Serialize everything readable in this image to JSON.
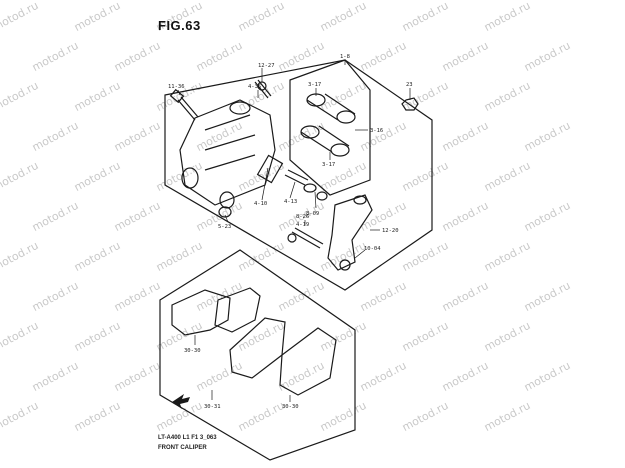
{
  "figure": {
    "title": "FIG.63",
    "caption_code": "LT-A400 L1 F1 3_063",
    "caption_name": "FRONT CALIPER"
  },
  "watermark": "motod.ru",
  "callouts": {
    "c1": "1-8",
    "c2": "12-27",
    "c3": "4-35",
    "c4": "11-36",
    "c5": "23",
    "c6": "3-17",
    "c7": "3-16",
    "c8": "3-17",
    "c9": "4-10",
    "c10": "4-13",
    "c11": "8-09",
    "c12": "8-26",
    "c13": "5-23",
    "c14": "4-19",
    "c15": "12-20",
    "c16": "10-04",
    "c17": "30-30",
    "c18": "30-31",
    "c19": "30-30b"
  },
  "colors": {
    "line": "#1a1a1a",
    "watermark": "#c9c9c9"
  }
}
